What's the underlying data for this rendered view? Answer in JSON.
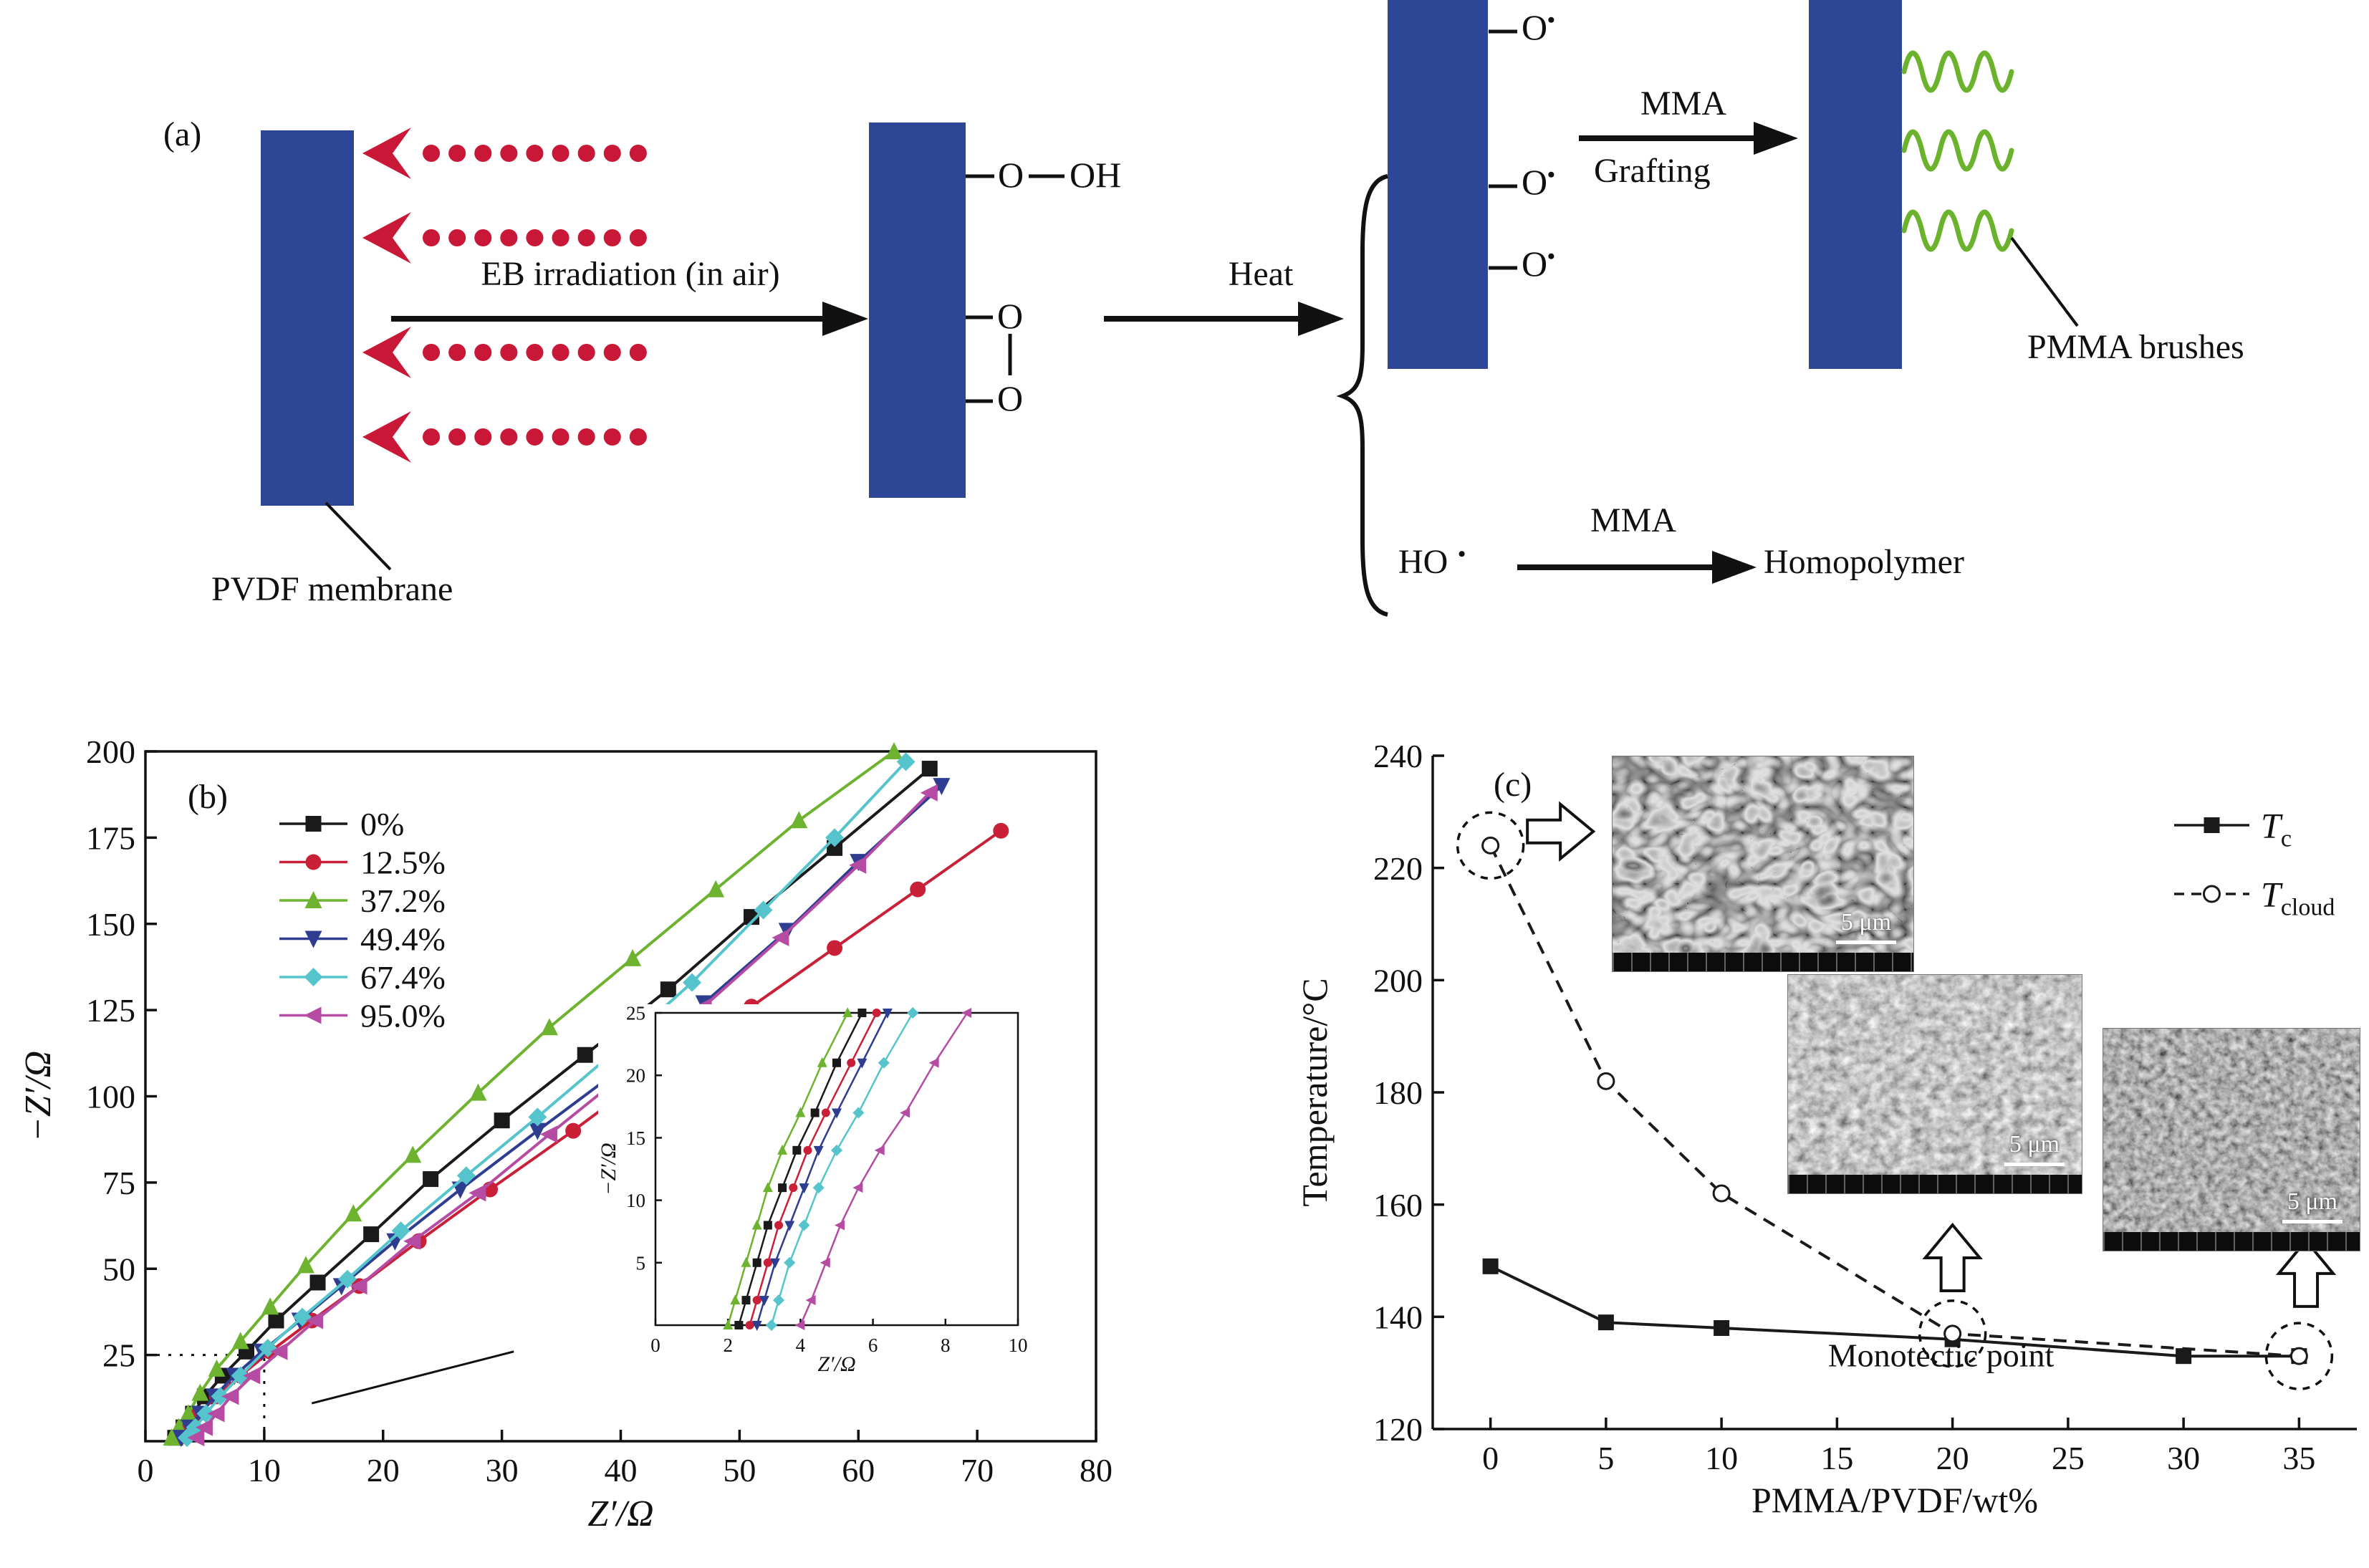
{
  "panel_a": {
    "label": "(a)",
    "eb_text": "EB irradiation (in air)",
    "heat_text": "Heat",
    "pvdf_label": "PVDF membrane",
    "oxygen": "O",
    "hydroxyl": "OH",
    "peroxide_top": "O",
    "peroxide_bottom": "O",
    "radical_o": "O",
    "radical_dot": "•",
    "mma_grafting_top": "MMA",
    "mma_grafting_bottom": "Grafting",
    "pmma_label": "PMMA brushes",
    "ho_text": "HO",
    "ho_dot": "•",
    "mma_homo": "MMA",
    "homopolymer_label": "Homopolymer",
    "colors": {
      "membrane": "#2d4696",
      "irradiation": "#c81737",
      "brush": "#6cb32d"
    }
  },
  "panel_b": {
    "label": "(b)"
  },
  "panel_c": {
    "label": "(c)",
    "sem_insets": [
      {
        "scale_label": "5 μm"
      },
      {
        "scale_label": "5 μm"
      },
      {
        "scale_label": "5 μm"
      }
    ]
  },
  "chart_data": [
    {
      "id": "nyquist-main",
      "type": "scatter",
      "title": "",
      "xlabel": "Z′/Ω",
      "ylabel": "−Z′/Ω",
      "xlim": [
        0,
        80
      ],
      "ylim": [
        0,
        200
      ],
      "xticks": [
        0,
        10,
        20,
        30,
        40,
        50,
        60,
        70,
        80
      ],
      "yticks": [
        25,
        50,
        75,
        100,
        125,
        150,
        175,
        200
      ],
      "legend_position": "top-left",
      "grid": false,
      "series": [
        {
          "name": "0%",
          "color": "#1a1a1a",
          "marker": "square",
          "x": [
            2.5,
            3.2,
            4,
            5,
            6.5,
            8.5,
            11,
            14.5,
            19,
            24,
            30,
            37,
            44,
            51,
            58,
            66
          ],
          "y": [
            1,
            4,
            8,
            13,
            19,
            26,
            35,
            46,
            60,
            76,
            93,
            112,
            131,
            152,
            172,
            195
          ]
        },
        {
          "name": "12.5%",
          "color": "#c92038",
          "marker": "circle",
          "x": [
            2.8,
            3.5,
            4.5,
            6,
            8,
            10.5,
            14,
            18,
            23,
            29,
            36,
            43,
            51,
            58,
            65,
            72
          ],
          "y": [
            1,
            4,
            8,
            13,
            19,
            26,
            35,
            45,
            58,
            73,
            90,
            108,
            126,
            143,
            160,
            177
          ]
        },
        {
          "name": "37.2%",
          "color": "#6db32f",
          "marker": "triangle-up",
          "x": [
            2.2,
            2.8,
            3.6,
            4.6,
            6,
            8,
            10.5,
            13.5,
            17.5,
            22.5,
            28,
            34,
            41,
            48,
            55,
            63
          ],
          "y": [
            1,
            4,
            8,
            14,
            21,
            29,
            39,
            51,
            66,
            83,
            101,
            120,
            140,
            160,
            180,
            200
          ]
        },
        {
          "name": "49.4%",
          "color": "#2e3d90",
          "marker": "triangle-down",
          "x": [
            3,
            3.7,
            4.6,
            5.8,
            7.5,
            9.8,
            13,
            16.5,
            21,
            26.5,
            33,
            40,
            47,
            54,
            60,
            67
          ],
          "y": [
            1,
            4,
            8,
            13,
            19,
            26,
            35,
            45,
            58,
            73,
            90,
            108,
            127,
            148,
            168,
            190
          ]
        },
        {
          "name": "67.4%",
          "color": "#55c4cd",
          "marker": "diamond",
          "x": [
            3.5,
            4.2,
            5.1,
            6.3,
            8,
            10.3,
            13.2,
            17,
            21.5,
            27,
            33,
            39.5,
            46,
            52,
            58,
            64
          ],
          "y": [
            1,
            4,
            8,
            13,
            19,
            27,
            36,
            47,
            61,
            77,
            94,
            113,
            133,
            154,
            175,
            197
          ]
        },
        {
          "name": "95.0%",
          "color": "#b64ba3",
          "marker": "triangle-left",
          "x": [
            4.3,
            5,
            6,
            7.2,
            9,
            11.3,
            14.3,
            18,
            22.5,
            28,
            34,
            40.5,
            47,
            53.5,
            60,
            66
          ],
          "y": [
            1,
            4,
            8,
            13,
            19,
            26,
            35,
            45,
            58,
            72,
            89,
            107,
            126,
            146,
            167,
            188
          ]
        }
      ],
      "lines": [
        {
          "x1": 0,
          "y1": 25,
          "x2": 10,
          "y2": 25,
          "dash": "4 12"
        },
        {
          "x1": 10,
          "y1": 0,
          "x2": 10,
          "y2": 25,
          "dash": "4 12"
        },
        {
          "x1": 14,
          "y1": 11,
          "x2": 31,
          "y2": 26,
          "dash": ""
        }
      ]
    },
    {
      "id": "nyquist-inset",
      "type": "scatter",
      "xlabel": "Z′/Ω",
      "ylabel": "−Z′/Ω",
      "xlim": [
        0,
        10
      ],
      "ylim": [
        0,
        25
      ],
      "xticks": [
        0,
        2,
        4,
        6,
        8,
        10
      ],
      "yticks": [
        5,
        10,
        15,
        20,
        25
      ],
      "grid": false,
      "series": [
        {
          "name": "0%",
          "color": "#1a1a1a",
          "marker": "square",
          "x": [
            2.3,
            2.5,
            2.8,
            3.1,
            3.5,
            3.9,
            4.4,
            5.0,
            5.7
          ],
          "y": [
            0,
            2,
            5,
            8,
            11,
            14,
            17,
            21,
            25
          ]
        },
        {
          "name": "12.5%",
          "color": "#c92038",
          "marker": "circle",
          "x": [
            2.6,
            2.8,
            3.1,
            3.4,
            3.8,
            4.2,
            4.7,
            5.4,
            6.1
          ],
          "y": [
            0,
            2,
            5,
            8,
            11,
            14,
            17,
            21,
            25
          ]
        },
        {
          "name": "37.2%",
          "color": "#6db32f",
          "marker": "triangle-up",
          "x": [
            2.0,
            2.2,
            2.5,
            2.8,
            3.1,
            3.5,
            4.0,
            4.6,
            5.3
          ],
          "y": [
            0,
            2,
            5,
            8,
            11,
            14,
            17,
            21,
            25
          ]
        },
        {
          "name": "49.4%",
          "color": "#2e3d90",
          "marker": "triangle-down",
          "x": [
            2.8,
            3.0,
            3.3,
            3.7,
            4.1,
            4.5,
            5.0,
            5.7,
            6.4
          ],
          "y": [
            0,
            2,
            5,
            8,
            11,
            14,
            17,
            21,
            25
          ]
        },
        {
          "name": "67.4%",
          "color": "#55c4cd",
          "marker": "diamond",
          "x": [
            3.2,
            3.4,
            3.7,
            4.1,
            4.5,
            5.0,
            5.6,
            6.3,
            7.1
          ],
          "y": [
            0,
            2,
            5,
            8,
            11,
            14,
            17,
            21,
            25
          ]
        },
        {
          "name": "95.0%",
          "color": "#b64ba3",
          "marker": "triangle-left",
          "x": [
            4.0,
            4.3,
            4.7,
            5.1,
            5.6,
            6.2,
            6.9,
            7.7,
            8.6
          ],
          "y": [
            0,
            2,
            5,
            8,
            11,
            14,
            17,
            21,
            25
          ]
        }
      ]
    },
    {
      "id": "temperature",
      "type": "line",
      "xlabel": "PMMA/PVDF/wt%",
      "ylabel": "Temperature/°C",
      "xlim": [
        -2.5,
        37.5
      ],
      "ylim": [
        120,
        240
      ],
      "xticks": [
        0,
        5,
        10,
        15,
        20,
        25,
        30,
        35
      ],
      "yticks": [
        120,
        140,
        160,
        180,
        200,
        220,
        240
      ],
      "legend_position": "top-right",
      "grid": false,
      "series": [
        {
          "name_main": "T",
          "name_sub": "c",
          "color": "#1a1a1a",
          "marker": "square",
          "dashed": false,
          "x": [
            0,
            5,
            10,
            20,
            30,
            35
          ],
          "y": [
            149,
            139,
            138,
            136,
            133,
            133
          ]
        },
        {
          "name_main": "T",
          "name_sub": "cloud",
          "color": "#1a1a1a",
          "marker": "circle-open",
          "dashed": true,
          "x": [
            0,
            5,
            10,
            20,
            35
          ],
          "y": [
            224,
            182,
            162,
            137,
            133
          ]
        }
      ],
      "circled_points": [
        {
          "x": 0,
          "y": 224
        },
        {
          "x": 20,
          "y": 137
        },
        {
          "x": 35,
          "y": 133
        }
      ],
      "arrows": [
        {
          "x": 2.9,
          "y": 226.5,
          "dir": "right"
        },
        {
          "x": 20,
          "y": 150,
          "dir": "up"
        },
        {
          "x": 35.3,
          "y": 147.2,
          "dir": "up"
        }
      ],
      "annotation": {
        "text": "Monotectic point",
        "x": 19.5,
        "y": 131.2
      }
    }
  ]
}
